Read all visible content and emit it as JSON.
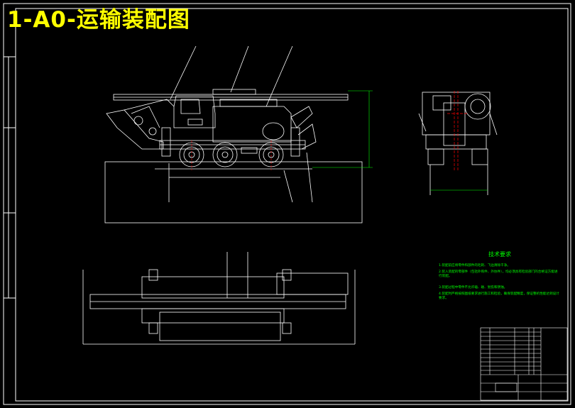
{
  "drawing": {
    "title": "1-A0-运输装配图"
  },
  "tech_requirements": {
    "title": "技术要求",
    "items": [
      "1.装配前应将零件和部件的毛刺、飞边清除干净。",
      "2.装入装配的零部件（包括外购件、外协件），均必须具有检验部门的合格证方能进行装配。",
      "3.装配过程中零件不允许磕、碰、划伤和锈蚀。",
      "4.装配时严格按照图纸要求进行施工和检验，确保装配精度，保证整机性能达到设计要求。"
    ]
  },
  "colors": {
    "background": "#000000",
    "lines": "#ffffff",
    "title": "#ffff00",
    "notes": "#00ff00",
    "dimension": "#00ff00",
    "centerline": "#ff0000"
  }
}
